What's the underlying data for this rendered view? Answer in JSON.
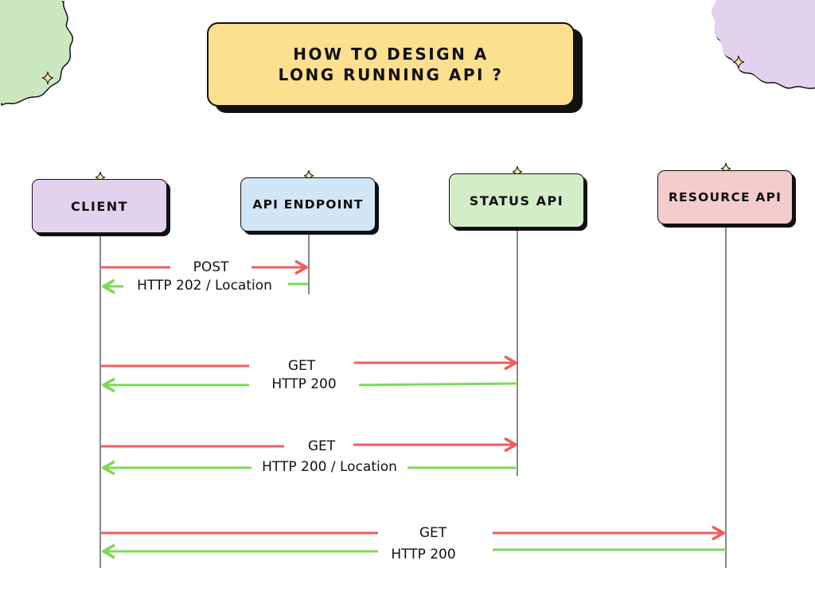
{
  "title": {
    "line1": "HOW TO DESIGN A",
    "line2": "LONG RUNNING API ?"
  },
  "actors": {
    "client": "CLIENT",
    "api_endpoint": "API ENDPOINT",
    "status_api": "STATUS API",
    "resource_api": "RESOURCE API"
  },
  "colors": {
    "request_arrow": "#f05d5e",
    "response_arrow": "#7ed957",
    "title_bg": "#fddf90",
    "client_bg": "#e3d2ee",
    "endpoint_bg": "#d2e6f6",
    "status_bg": "#d3edc8",
    "resource_bg": "#f4cccc",
    "blob_green": "#cde8c0",
    "blob_purple": "#e3d2ee",
    "sparkle": "#f7e3a1"
  },
  "messages": {
    "m1_request": "POST",
    "m1_response": "HTTP 202 / Location",
    "m2_request": "GET",
    "m2_response": "HTTP 200",
    "m3_request": "GET",
    "m3_response": "HTTP 200 / Location",
    "m4_request": "GET",
    "m4_response": "HTTP 200"
  }
}
